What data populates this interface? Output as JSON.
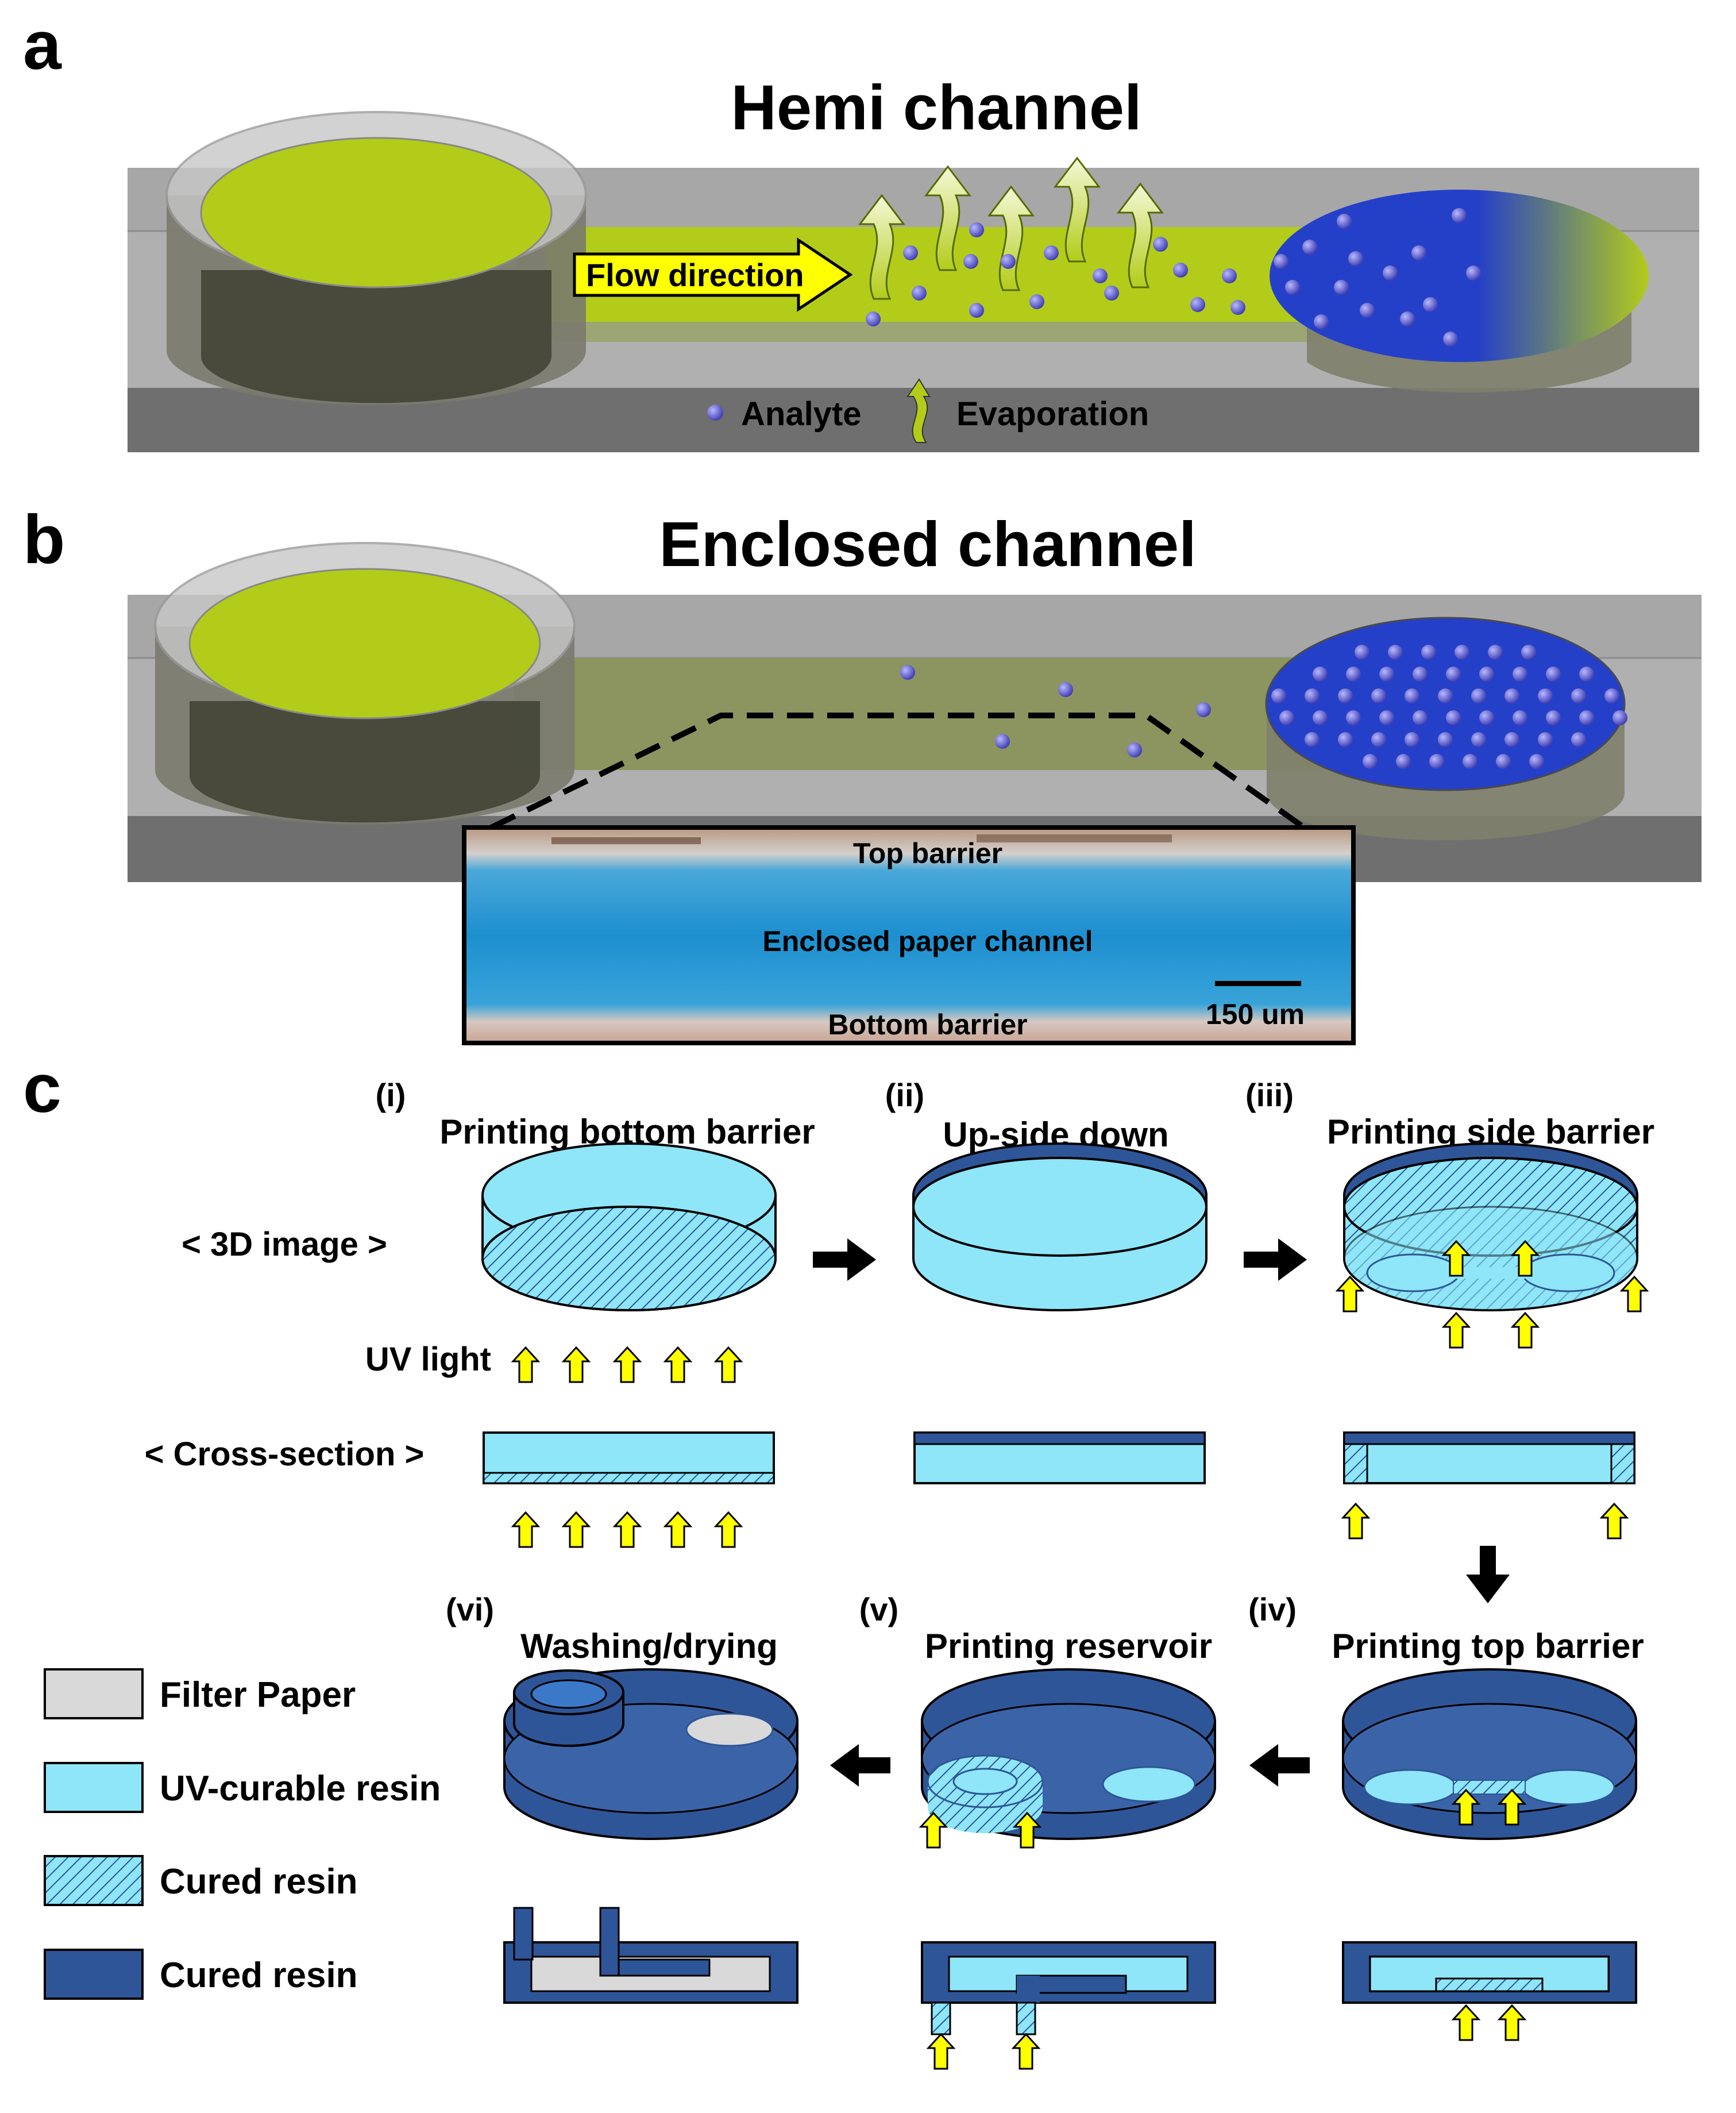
{
  "panels": {
    "a": {
      "letter": "a",
      "title": "Hemi channel",
      "flow_label": "Flow direction",
      "legend": {
        "analyte": "Analyte",
        "evaporation": "Evaporation"
      }
    },
    "b": {
      "letter": "b",
      "title": "Enclosed channel",
      "micrograph": {
        "top": "Top barrier",
        "middle": "Enclosed paper channel",
        "bottom": "Bottom barrier",
        "scale": "150 um"
      }
    },
    "c": {
      "letter": "c",
      "row_labels": {
        "image3d": "< 3D image >",
        "cross_section": "< Cross-section >",
        "uv_light": "UV light"
      },
      "steps": [
        {
          "num": "(i)",
          "title": "Printing bottom barrier"
        },
        {
          "num": "(ii)",
          "title": "Up-side down"
        },
        {
          "num": "(iii)",
          "title": "Printing side barrier"
        },
        {
          "num": "(iv)",
          "title": "Printing top barrier"
        },
        {
          "num": "(v)",
          "title": "Printing reservoir"
        },
        {
          "num": "(vi)",
          "title": "Washing/drying"
        }
      ],
      "legend": [
        {
          "label": "Filter Paper",
          "color": "#d9d9d9",
          "pattern": "solid"
        },
        {
          "label": "UV-curable resin",
          "color": "#8ee6f8",
          "pattern": "solid"
        },
        {
          "label": "Cured resin",
          "color": "#8ee6f8",
          "pattern": "hatched"
        },
        {
          "label": "Cured resin",
          "color": "#2e5597",
          "pattern": "solid"
        }
      ]
    }
  },
  "colors": {
    "liquid": "#b3cc1a",
    "blue_liquid": "#2540c8",
    "uv_resin": "#8ee6f8",
    "cured_dark": "#2e5597",
    "filter_paper": "#d9d9d9",
    "arrow_yellow": "#ffff00"
  }
}
